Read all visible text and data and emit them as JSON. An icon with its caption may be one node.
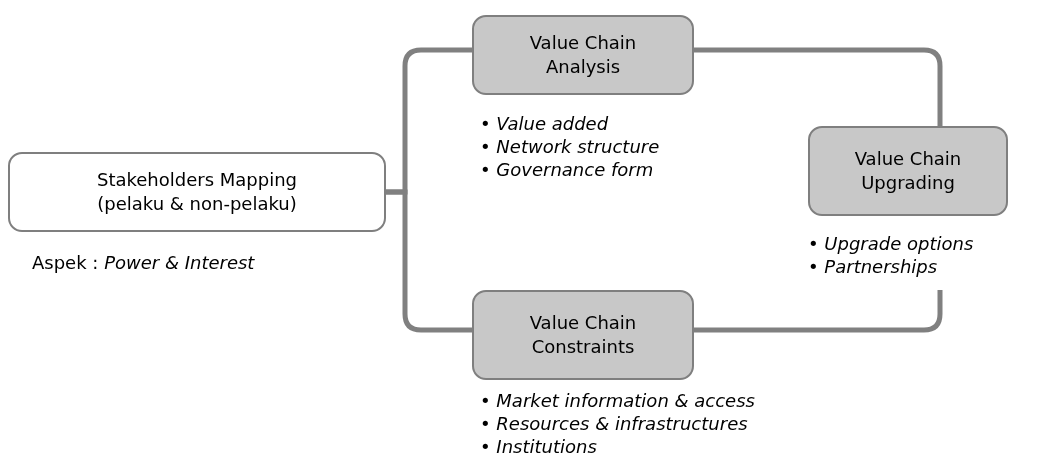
{
  "diagram": {
    "nodes": [
      {
        "text": [
          "Stakeholders Mapping (pelaku & non-pelaku)"
        ],
        "beside": [
          "Aspek : *Power & Interest*"
        ]
      },
      {
        "text": [
          "Value Chain Analysis"
        ],
        "beside": [
          "• *Value added*",
          "• *Network structure*",
          "• *Governance form*"
        ]
      },
      {
        "text": [
          "Value Chain Upgrading"
        ],
        "beside": [
          "• *Upgrade options*",
          "• *Partnerships*"
        ]
      },
      {
        "text": [
          "Value Chain Constraints"
        ],
        "beside": [
          "• *Market information & access*",
          "• *Resources & infrastructures*",
          "• *Institutions*"
        ]
      }
    ],
    "edges": [
      {
        "from": 0,
        "to": 1,
        "arrow": "none"
      },
      {
        "from": 0,
        "to": 3,
        "arrow": "none"
      },
      {
        "from": 1,
        "to": 2,
        "arrow": "none"
      },
      {
        "from": 2,
        "to": 3,
        "arrow": "none"
      }
    ]
  }
}
